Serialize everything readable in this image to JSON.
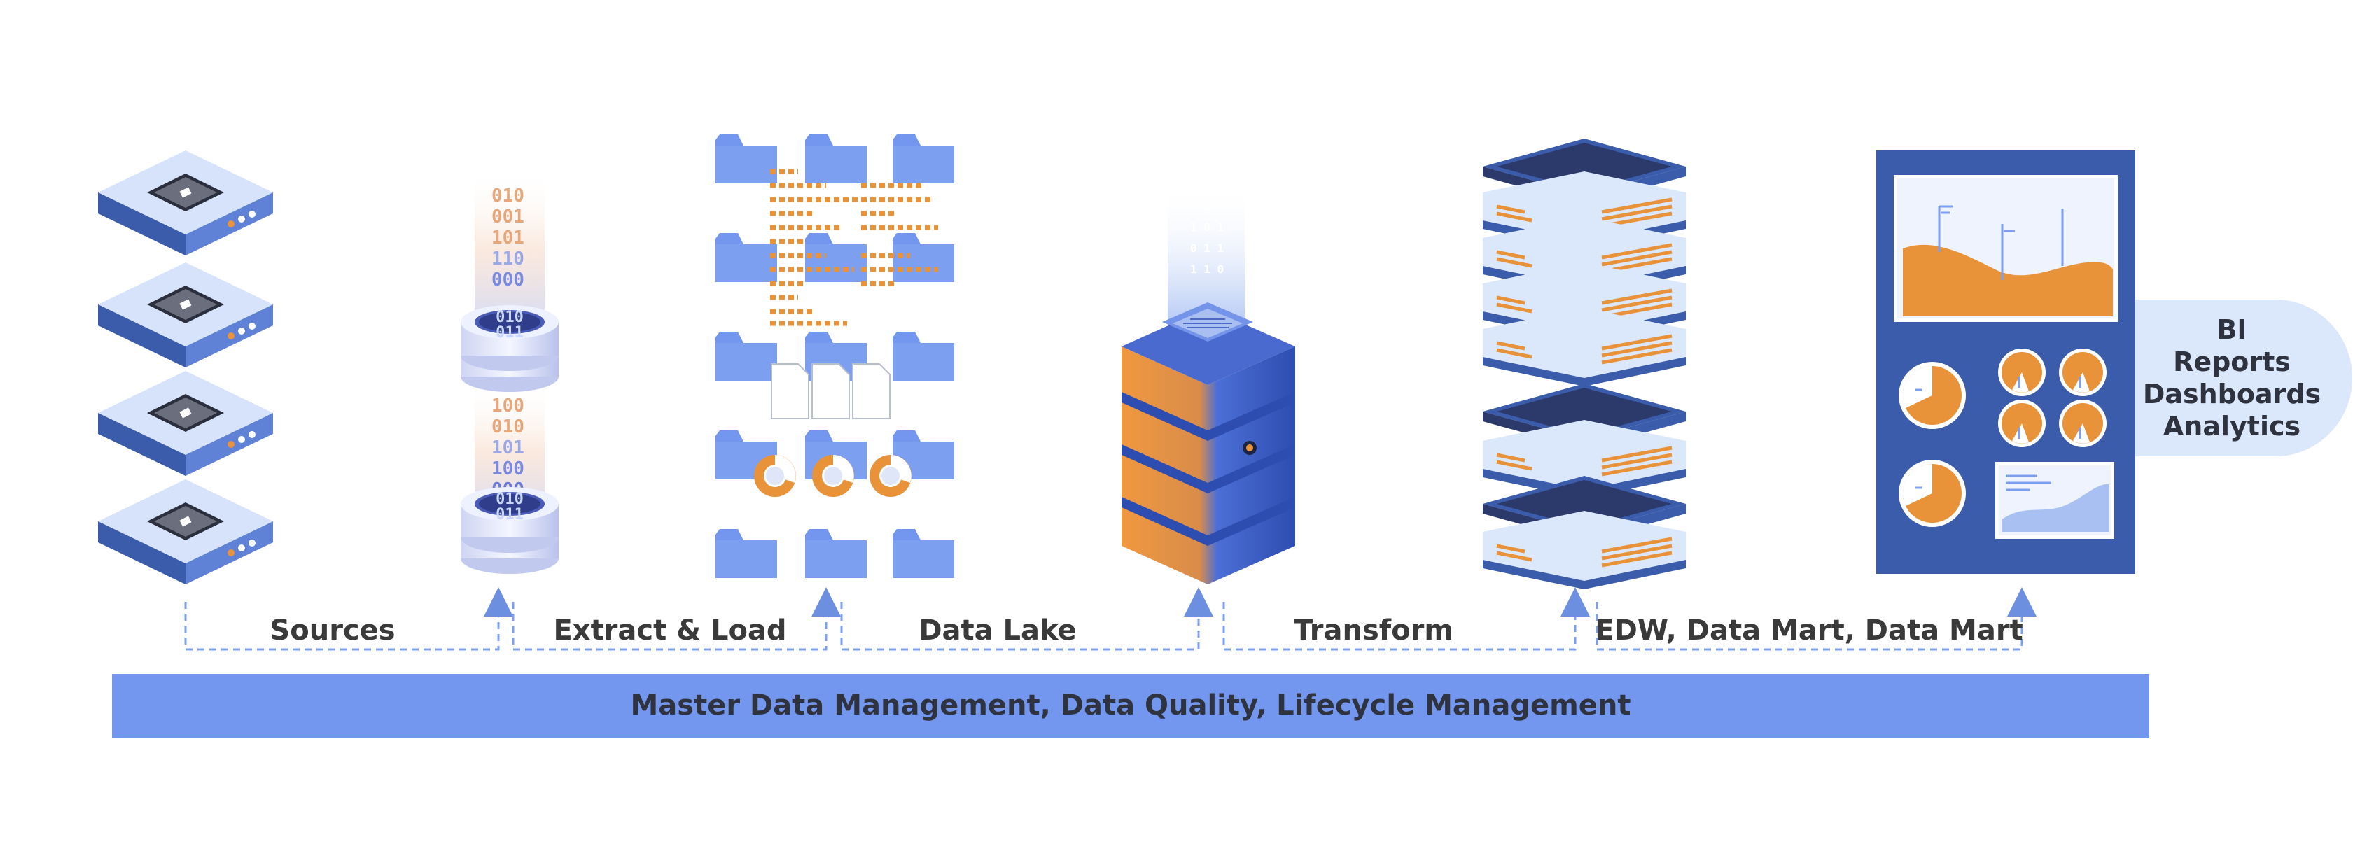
{
  "colors": {
    "accent_blue": "#7397ee",
    "dark_blue": "#3a5cab",
    "navy": "#2b3a6b",
    "orange": "#e8923a",
    "light_blue": "#dbe7fb"
  },
  "stages": [
    {
      "label": "Sources"
    },
    {
      "label": "Extract & Load"
    },
    {
      "label": "Data Lake"
    },
    {
      "label": "Transform"
    },
    {
      "label": "EDW, Data Mart, Data Mart"
    }
  ],
  "bottom_bar": {
    "label": "Master Data Management, Data Quality, Lifecycle Management"
  },
  "bi_panel": {
    "lines": [
      "BI",
      "Reports",
      "Dashboards",
      "Analytics"
    ]
  },
  "binary_streams": {
    "upper": [
      "010",
      "001",
      "101",
      "110",
      "000"
    ],
    "lower": [
      "100",
      "010",
      "101",
      "100",
      "000"
    ],
    "disk_top": [
      "010",
      "011"
    ],
    "disk_bottom": [
      "010",
      "011"
    ]
  },
  "icons": [
    "source-server-icon",
    "database-disk-icon",
    "folder-icon",
    "document-icon",
    "donut-chart-icon",
    "data-lake-server-icon",
    "edw-server-stack-icon",
    "dashboard-icon",
    "area-chart-icon",
    "pie-chart-icon"
  ]
}
